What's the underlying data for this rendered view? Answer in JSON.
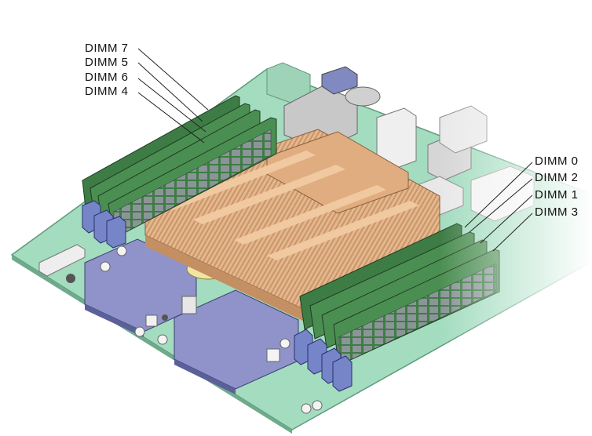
{
  "labels": {
    "left": [
      "DIMM 7",
      "DIMM 5",
      "DIMM 6",
      "DIMM 4"
    ],
    "right": [
      "DIMM 0",
      "DIMM 2",
      "DIMM 1",
      "DIMM 3"
    ]
  },
  "colors": {
    "board": "#9fd8bb",
    "board_edge": "#6fae8e",
    "heatsink": "#e7b98f",
    "heatsink_dark": "#c99468",
    "dimm_green": "#4d9a54",
    "dimm_chip": "#7f8a8c",
    "socket_blue": "#7e86b8",
    "clip_blue": "#6c7fc4"
  }
}
